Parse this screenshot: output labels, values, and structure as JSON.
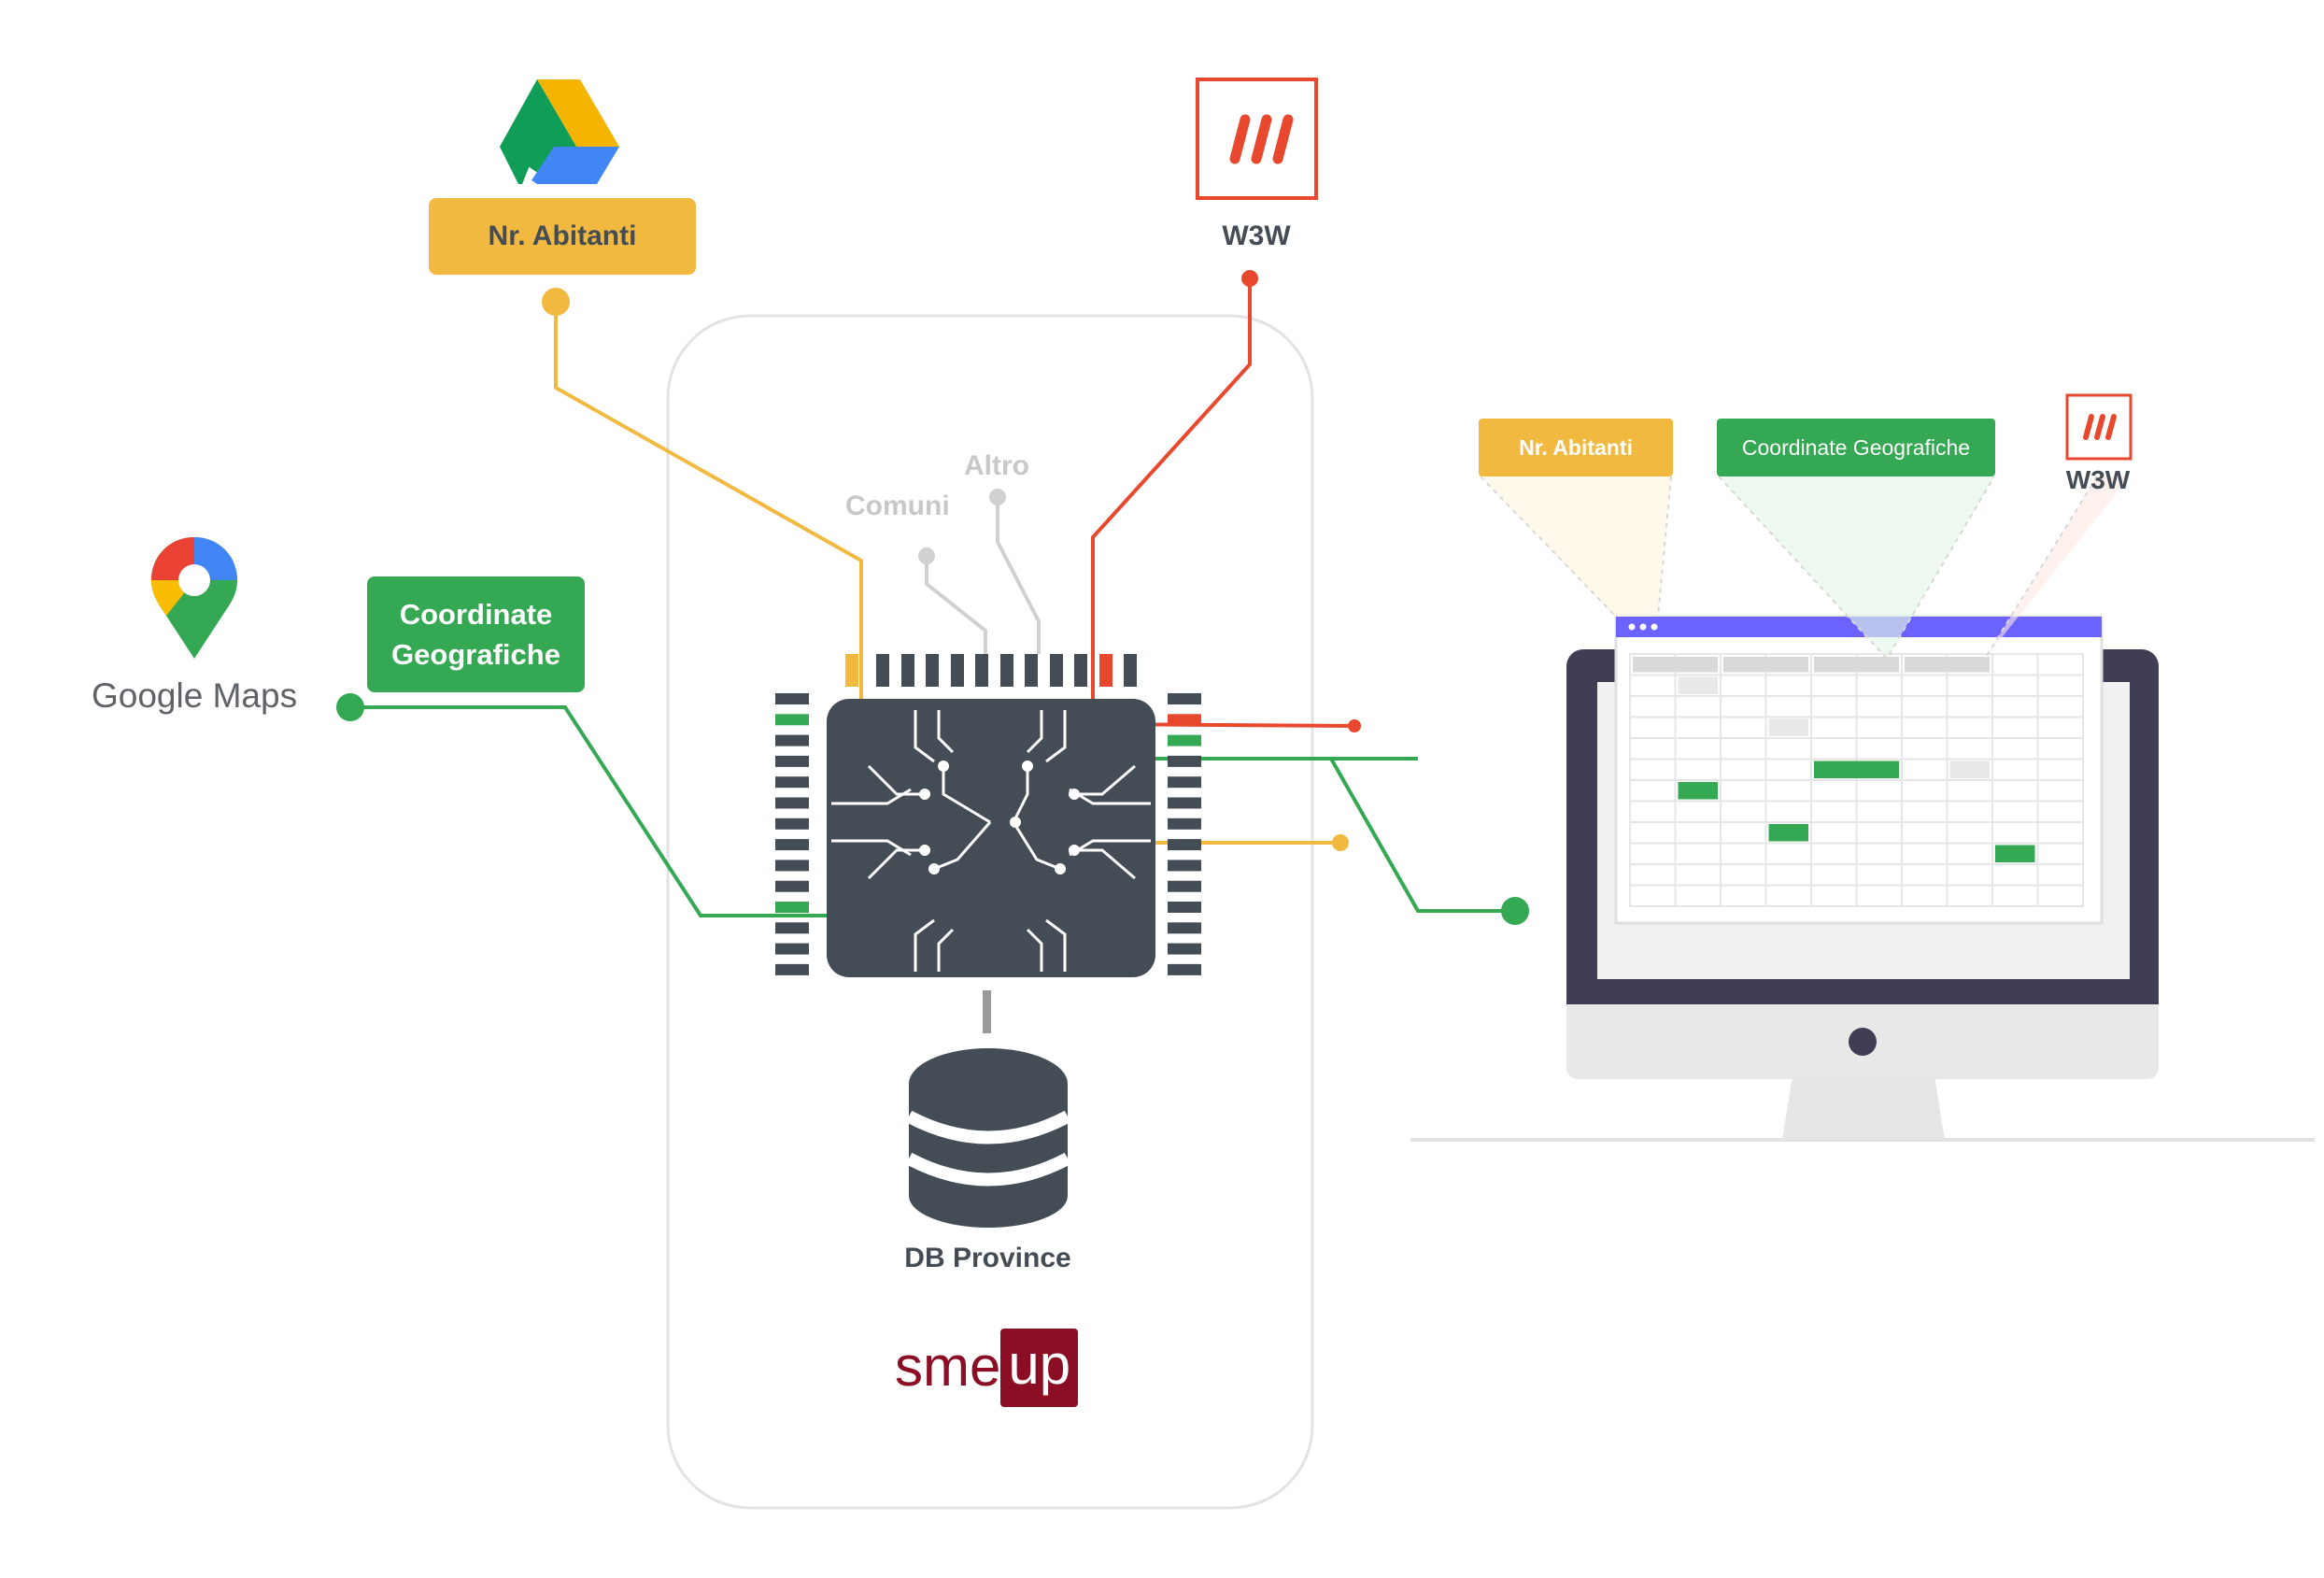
{
  "sources": {
    "drive": {
      "label": "Nr. Abitanti",
      "icon": "google-drive-icon"
    },
    "w3w": {
      "label": "W3W",
      "icon": "what3words-icon"
    },
    "maps": {
      "label": "Coordinate Geografiche",
      "logo_text": "Google Maps",
      "icon": "google-maps-pin-icon"
    }
  },
  "chip": {
    "inputs": [
      "Comuni",
      "Altro"
    ],
    "icon": "microchip-icon"
  },
  "database": {
    "label": "DB Province",
    "icon": "database-icon"
  },
  "brand": {
    "name_part1": "sme",
    "name_part2": "up"
  },
  "output": {
    "labels": {
      "abitanti": "Nr. Abitanti",
      "coordinate": "Coordinate Geografiche",
      "w3w": "W3W"
    },
    "icon": "desktop-monitor-icon"
  },
  "colors": {
    "yellow": "#F2B941",
    "green": "#34A853",
    "red": "#E8492E",
    "chip": "#444C55",
    "monitor_frame": "#403E55",
    "screen_bar": "#6C63FF",
    "gray_label": "#C8C8C8",
    "brand": "#8B0E25"
  }
}
